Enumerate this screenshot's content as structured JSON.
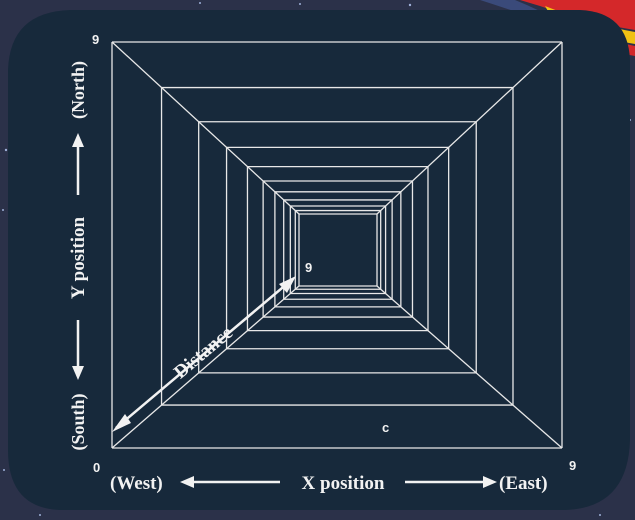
{
  "diagram": {
    "labels": {
      "x_axis": "X position",
      "y_axis": "Y position",
      "z_axis": "Distance",
      "west": "(West)",
      "east": "(East)",
      "north": "(North)",
      "south": "(South)"
    },
    "ticks": {
      "origin": "0",
      "x_max": "9",
      "y_max": "9",
      "z_max": "9"
    },
    "marker_text": "c",
    "grid_steps": 10
  },
  "colors": {
    "screen": "#17293b",
    "line": "#e8e8e8",
    "background": "#2a2f45",
    "stripe_red": "#d4282a",
    "stripe_yellow": "#f0c214"
  }
}
